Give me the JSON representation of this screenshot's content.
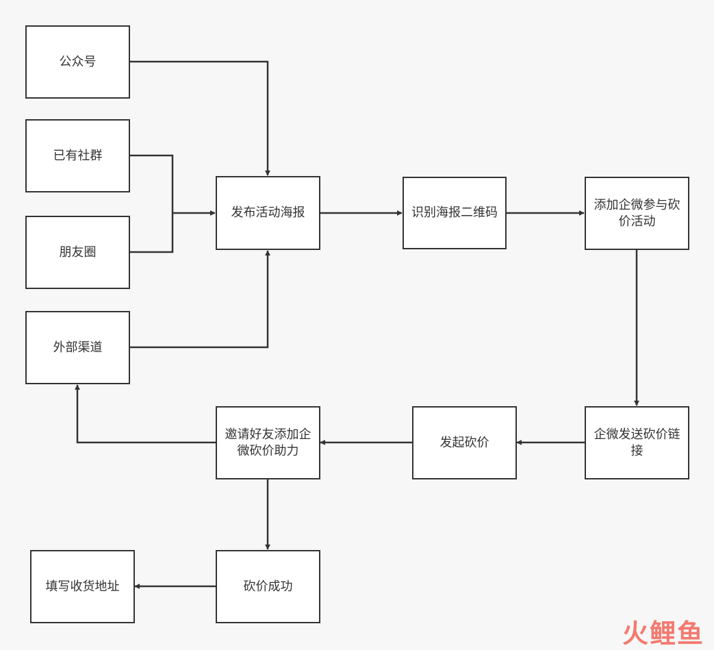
{
  "nodes": {
    "gongzhonghao": "公众号",
    "yiyou_shequn": "已有社群",
    "pengyouquan": "朋友圈",
    "waibu_qudao": "外部渠道",
    "fabu_haibao": "发布活动海报",
    "shibie_erweima": "识别海报二维码",
    "tianjia_qiwei": "添加企微参与砍价活动",
    "qiwei_fasong": "企微发送砍价链接",
    "faqi_kanjia": "发起砍价",
    "yaoqing_haoyou": "邀请好友添加企微砍价助力",
    "kanjia_chenggong": "砍价成功",
    "tianxie_dizhi": "填写收货地址"
  },
  "watermark": "火鲤鱼",
  "colors": {
    "stroke": "#333333",
    "background": "#f7f7f7",
    "watermark": "#f26d62"
  }
}
